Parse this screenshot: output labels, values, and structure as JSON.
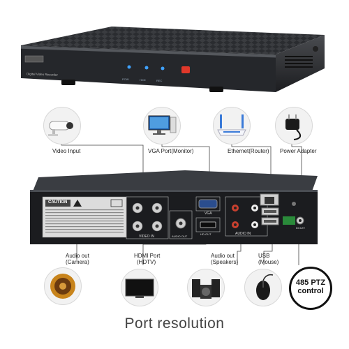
{
  "top_device": {
    "model_text": "Digital Video Recorder",
    "leds": [
      "POW",
      "HDD",
      "REC"
    ]
  },
  "top_items": [
    {
      "label": "Video Input"
    },
    {
      "label": "VGA Port(Monitor)"
    },
    {
      "label": "Ethernet(Router)"
    },
    {
      "label": "Power Adapter"
    }
  ],
  "rear_panel": {
    "caution_title": "CAUTION",
    "video_in_label": "VIDEO IN",
    "audio_out_label": "AUDIO OUT",
    "vga_label": "VGA",
    "hdout_label": "HD-OUT",
    "audio_in_label": "AUDIO IN",
    "dc_label": "DC12V"
  },
  "bottom_items": [
    {
      "label_line1": "Audio out",
      "label_line2": "(Camera)"
    },
    {
      "label_line1": "HDMI Port",
      "label_line2": "(HDTV)"
    },
    {
      "label_line1": "Audio out",
      "label_line2": "(Speakers)"
    },
    {
      "label_line1": "USB",
      "label_line2": "(Mouse)"
    },
    {
      "label_line1": "485 PTZ",
      "label_line2": "control"
    }
  ],
  "footer": {
    "title": "Port resolution"
  },
  "colors": {
    "led_blue": "#3fa2ff",
    "rec_red": "#e0382a",
    "device_body": "#2d2f33",
    "ptz_border": "#111111"
  }
}
